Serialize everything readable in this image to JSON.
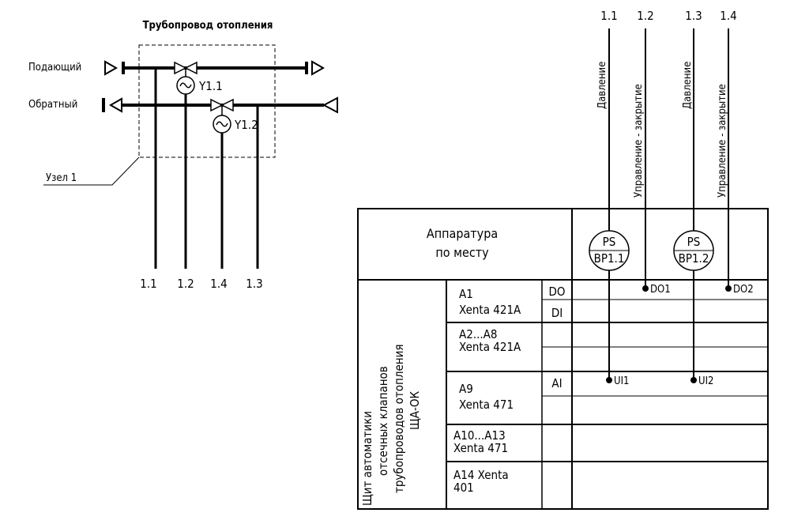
{
  "pipeline": {
    "title": "Трубопровод отопления",
    "supply_label": "Подающий",
    "return_label": "Обратный",
    "node_label": "Узел 1",
    "valve1_label": "Y1.1",
    "valve2_label": "Y1.2",
    "bottom_numbers": [
      "1.1",
      "1.2",
      "1.4",
      "1.3"
    ]
  },
  "signals": {
    "numbers": [
      "1.1",
      "1.2",
      "1.3",
      "1.4"
    ],
    "labels": [
      "Давление",
      "Управление - закрытие",
      "Давление",
      "Управление - закрытие"
    ]
  },
  "table": {
    "field_equipment_line1": "Аппаратура",
    "field_equipment_line2": "по месту",
    "sensor1_top": "PS",
    "sensor1_bottom": "BP1.1",
    "sensor2_top": "PS",
    "sensor2_bottom": "BP1.2",
    "panel_lines": [
      "Щит автоматики",
      "отсечных клапанов",
      "трубопроводов отопления",
      "ЩА-ОК"
    ],
    "rows": [
      {
        "id": "A1",
        "model": "Xenta 421A"
      },
      {
        "id": "A2...A8",
        "model": "Xenta 421A"
      },
      {
        "id": "A9",
        "model": "Xenta 471"
      },
      {
        "id": "A10...A13",
        "model": "Xenta 471"
      },
      {
        "id": "A14 Xenta",
        "model": "401"
      }
    ],
    "io_types": [
      "DO",
      "DI",
      "AI"
    ],
    "terminals": [
      "DO1",
      "DO2",
      "UI1",
      "UI2"
    ]
  }
}
